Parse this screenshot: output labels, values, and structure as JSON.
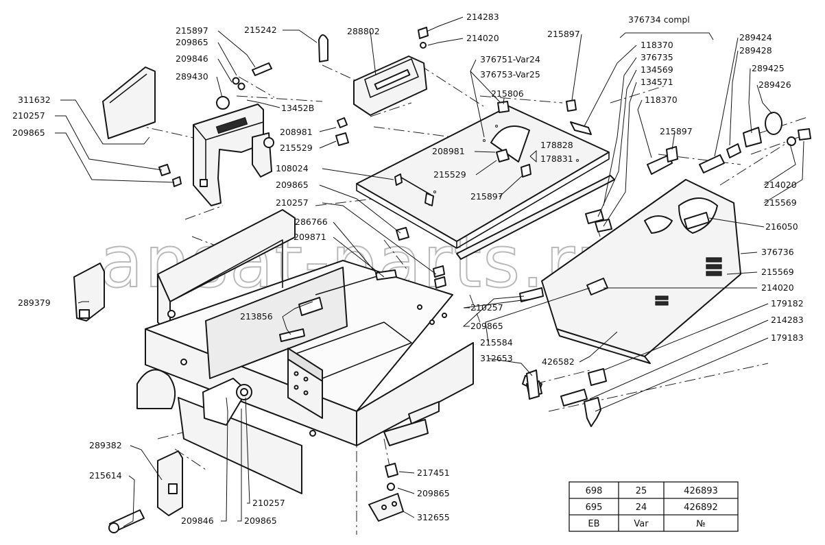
{
  "watermark": "ansat-parts.ru",
  "labels": {
    "p215897a": "215897",
    "p209865a": "209865",
    "p209846a": "209846",
    "p289430": "289430",
    "p311632": "311632",
    "p210257a": "210257",
    "p209865b": "209865",
    "p215242": "215242",
    "p134528": "13452В",
    "p288802": "288802",
    "p214283a": "214283",
    "p214020a": "214020",
    "p376751": "376751-Var24",
    "p376753": "376753-Var25",
    "p215806": "215806",
    "p208981a": "208981",
    "p215529a": "215529",
    "p208981b": "208981",
    "p215529b": "215529",
    "p178828": "178828",
    "p178831": "178831",
    "p108024": "108024",
    "p209865c": "209865",
    "p210257b": "210257",
    "p286766": "286766",
    "p209871": "209871",
    "p215897b": "215897",
    "p215897c": "215897",
    "p376734": "376734 compl",
    "p118370a": "118370",
    "p376735": "376735",
    "p134569": "134569",
    "p134571": "134571",
    "p118370b": "118370",
    "p215897d": "215897",
    "p289424": "289424",
    "p289428": "289428",
    "p289425": "289425",
    "p289426": "289426",
    "p214020b": "214020",
    "p215569a": "215569",
    "p216050": "216050",
    "p376736": "376736",
    "p215569b": "215569",
    "p214020c": "214020",
    "p179182": "179182",
    "p214283b": "214283",
    "p179183": "179183",
    "p210257c": "210257",
    "p209865d": "209865",
    "p215584": "215584",
    "p312653": "312653",
    "p426582": "426582",
    "p289379": "289379",
    "p213856": "213856",
    "p289382": "289382",
    "p215614": "215614",
    "p209846b": "209846",
    "p210257d": "210257",
    "p209865e": "209865",
    "p217451": "217451",
    "p209865f": "209865",
    "p312655": "312655"
  },
  "table": {
    "rows": [
      [
        "698",
        "25",
        "426893"
      ],
      [
        "695",
        "24",
        "426892"
      ],
      [
        "EB",
        "Var",
        "№"
      ]
    ]
  }
}
